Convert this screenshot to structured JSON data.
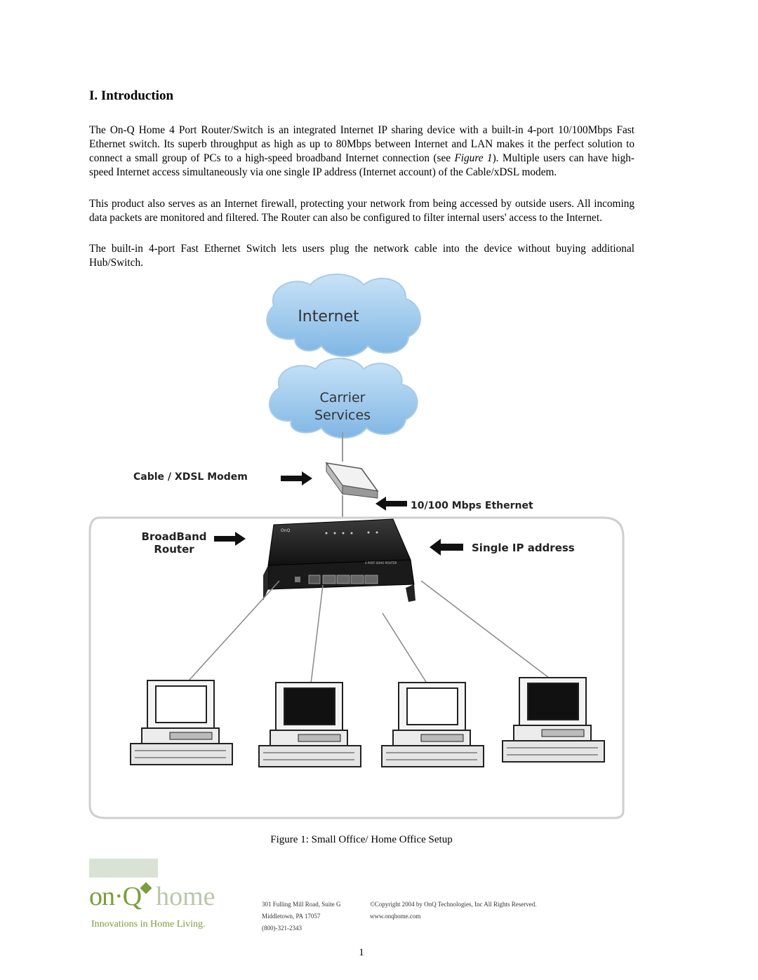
{
  "heading": "I. Introduction",
  "paragraphs": {
    "p1_a": "The On-Q Home 4 Port Router/Switch is an integrated Internet IP sharing device with a built-in 4-port 10/100Mbps Fast Ethernet switch. Its superb throughput as high as up to 80Mbps between Internet and LAN makes it the perfect solution to connect a small group of PCs to a high-speed broadband Internet connection (see ",
    "p1_ref": "Figure 1",
    "p1_b": "). Multiple users can have high-speed Internet access simultaneously via one single IP address (Internet account) of the Cable/xDSL modem.",
    "p2": "This product also serves as an Internet firewall, protecting your network from being accessed by outside users. All incoming data packets are monitored and filtered. The Router can also be configured to filter internal users' access to the Internet.",
    "p3": "The built-in 4-port Fast Ethernet Switch lets users plug the network cable into the device without buying additional Hub/Switch."
  },
  "diagram": {
    "cloud1": "Internet",
    "cloud2_line1": "Carrier",
    "cloud2_line2": "Services",
    "modem_label": "Cable / XDSL Modem",
    "ethernet_label": "10/100 Mbps Ethernet",
    "router_label_line1": "BroadBand",
    "router_label_line2": "Router",
    "ip_label": "Single IP address",
    "device_brand": "OnQ",
    "device_name": "4 PORT SOHO ROUTER"
  },
  "caption": "Figure 1: Small Office/ Home Office Setup",
  "footer": {
    "logo_onq": "on·Q",
    "logo_home": "home",
    "tagline": "Innovations in Home Living.",
    "address_line1": "301 Fulling Mill Road, Suite G",
    "address_line2": "Middletown, PA   17057",
    "phone": "(800)-321-2343",
    "copyright": "©Copyright 2004 by OnQ Technologies, Inc All Rights Reserved.",
    "website": "www.onqhome.com"
  },
  "page_number": "1",
  "colors": {
    "brand_green": "#7a9e3a",
    "cloud_blue": "#9cc8ec"
  }
}
